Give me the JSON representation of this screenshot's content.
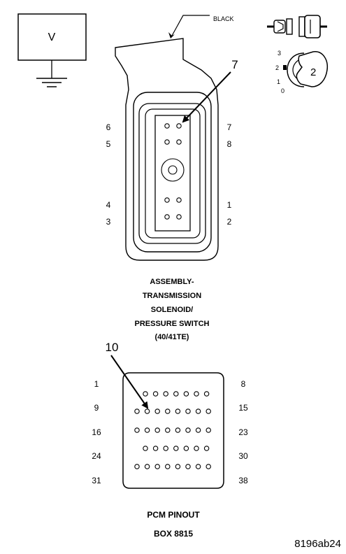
{
  "meter": {
    "label": "V"
  },
  "wire_color": "BLACK",
  "icon": {
    "pin_numbers": [
      "3",
      "2",
      "1",
      "0"
    ],
    "position_label": "2"
  },
  "connector": {
    "callout": "7",
    "left_pins": [
      "6",
      "5",
      "4",
      "3"
    ],
    "right_pins": [
      "7",
      "8",
      "1",
      "2"
    ],
    "caption": [
      "ASSEMBLY-",
      "TRANSMISSION",
      "SOLENOID/",
      "PRESSURE SWITCH",
      "(40/41TE)"
    ]
  },
  "pcm": {
    "callout": "10",
    "left_pins": [
      "1",
      "9",
      "16",
      "24",
      "31"
    ],
    "right_pins": [
      "8",
      "15",
      "23",
      "30",
      "38"
    ],
    "caption": [
      "PCM PINOUT",
      "BOX 8815"
    ]
  },
  "figure_id": "8196ab24"
}
